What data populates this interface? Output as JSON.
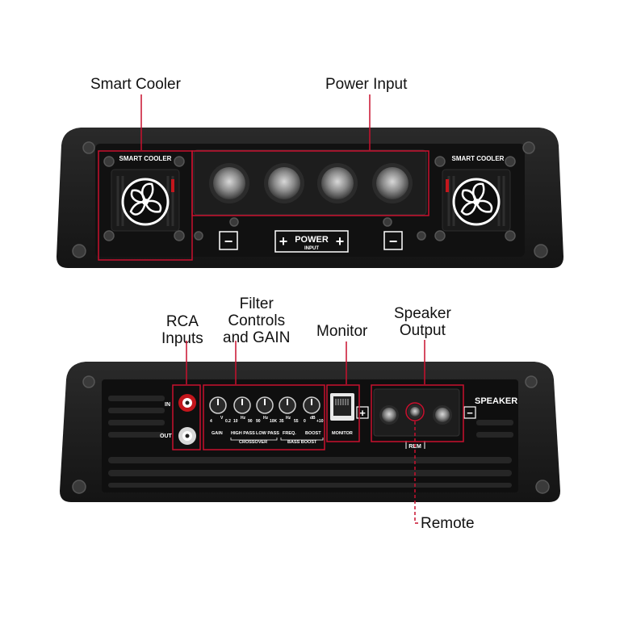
{
  "callouts": {
    "smart_cooler": "Smart Cooler",
    "power_input": "Power Input",
    "rca_line1": "RCA",
    "rca_line2": "Inputs",
    "filter_line1": "Filter",
    "filter_line2": "Controls",
    "filter_line3": "and GAIN",
    "monitor": "Monitor",
    "speaker_line1": "Speaker",
    "speaker_line2": "Output",
    "remote": "Remote"
  },
  "front_panel": {
    "smart_cooler_left": "SMART COOLER",
    "smart_cooler_right": "SMART COOLER",
    "power_label": "POWER",
    "input_label": "INPUT",
    "minus_symbol": "−",
    "plus_symbol": "+"
  },
  "back_panel": {
    "in_label": "IN",
    "out_label": "OUT",
    "knob_scales": [
      "4",
      "V",
      "0.2",
      "10",
      "90",
      "90",
      "10K",
      "35",
      "55",
      "0",
      "+10"
    ],
    "knob_units": [
      "Hz",
      "Hz",
      "Hz",
      "dB"
    ],
    "control_labels": [
      "GAIN",
      "HIGH PASS",
      "LOW PASS",
      "FREQ.",
      "BOOST"
    ],
    "crossover_label": "CROSSOVER",
    "bass_boost_label": "BASS BOOST",
    "monitor_label": "MONITOR",
    "speaker_label": "SPEAKER",
    "rem_label": "REM",
    "plus_symbol": "+",
    "minus_symbol": "−"
  },
  "colors": {
    "callout_box": "#c8102e",
    "chassis": "#1c1c1c",
    "panel": "#0f0f0f",
    "rca_red": "#c4161c"
  }
}
